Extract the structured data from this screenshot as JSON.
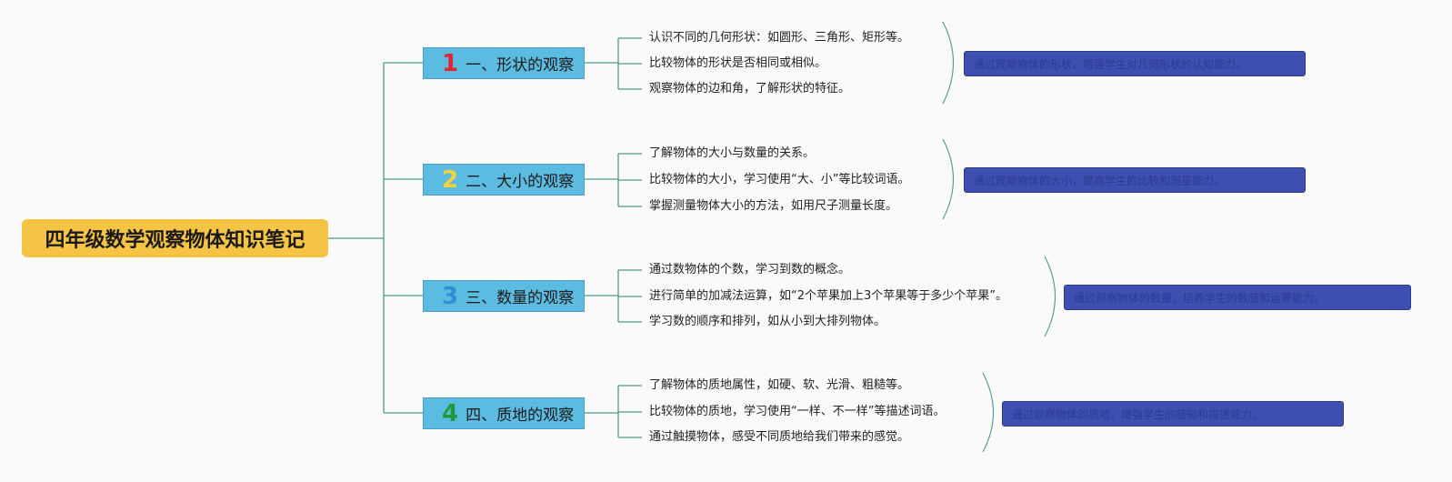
{
  "root": {
    "title": "四年级数学观察物体知识笔记"
  },
  "branches": [
    {
      "number": "1",
      "number_color": "#e0262f",
      "label": "一、形状的观察",
      "items": [
        "认识不同的几何形状：如圆形、三角形、矩形等。",
        "比较物体的形状是否相同或相似。",
        "观察物体的边和角，了解形状的特征。"
      ],
      "note": "通过观察物体的形状，增强学生对几何形状的认知能力。"
    },
    {
      "number": "2",
      "number_color": "#f2d43a",
      "label": "二、大小的观察",
      "items": [
        "了解物体的大小与数量的关系。",
        "比较物体的大小，学习使用“大、小”等比较词语。",
        "掌握测量物体大小的方法，如用尺子测量长度。"
      ],
      "note": "通过观察物体的大小，提高学生的比较和测量能力。"
    },
    {
      "number": "3",
      "number_color": "#2f8fd6",
      "label": "三、数量的观察",
      "items": [
        "通过数物体的个数，学习到数的概念。",
        "进行简单的加减法运算，如“2个苹果加上3个苹果等于多少个苹果”。",
        "学习数的顺序和排列，如从小到大排列物体。"
      ],
      "note": "通过观察物体的数量，培养学生的数感和运算能力。"
    },
    {
      "number": "4",
      "number_color": "#1f9a3a",
      "label": "四、质地的观察",
      "items": [
        "了解物体的质地属性，如硬、软、光滑、粗糙等。",
        "比较物体的质地，学习使用“一样、不一样”等描述词语。",
        "通过触摸物体，感受不同质地给我们带来的感觉。"
      ],
      "note": "通过观察物体的质地，增强学生的感知和描述能力。"
    }
  ]
}
